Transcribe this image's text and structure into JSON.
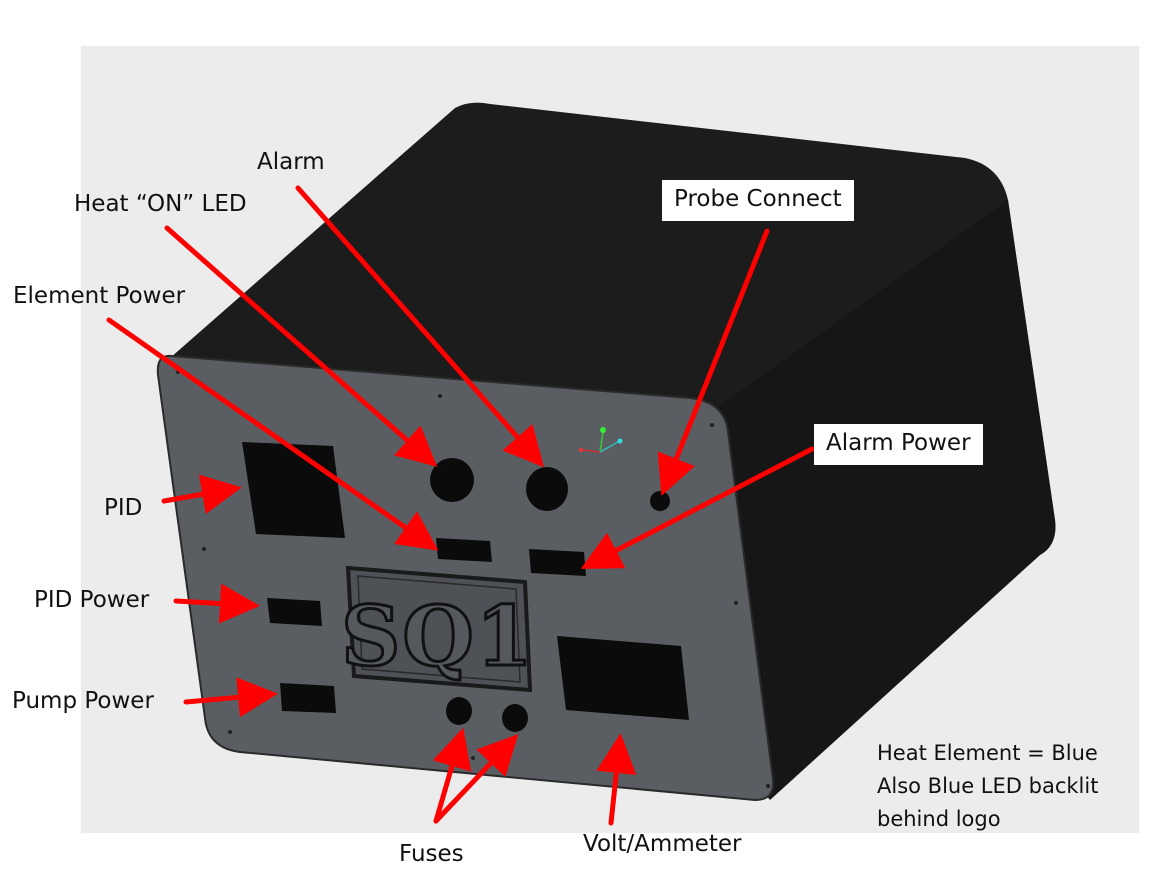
{
  "labels": {
    "alarm": "Alarm",
    "heat_on_led": "Heat “ON” LED",
    "probe_connect": "Probe Connect",
    "element_power": "Element Power",
    "alarm_power": "Alarm Power",
    "pid": "PID",
    "pid_power": "PID Power",
    "pump_power": "Pump Power",
    "fuses": "Fuses",
    "volt_ammeter": "Volt/Ammeter"
  },
  "note": {
    "line1": "Heat Element = Blue",
    "line2": "Also Blue LED backlit",
    "line3": "behind logo"
  },
  "logo": {
    "text": "SQ1"
  },
  "colors": {
    "arrow": "#ff0000",
    "panel": "#5a5e63",
    "box_body": "#1c1c1c",
    "cutout": "#0b0b0b"
  }
}
